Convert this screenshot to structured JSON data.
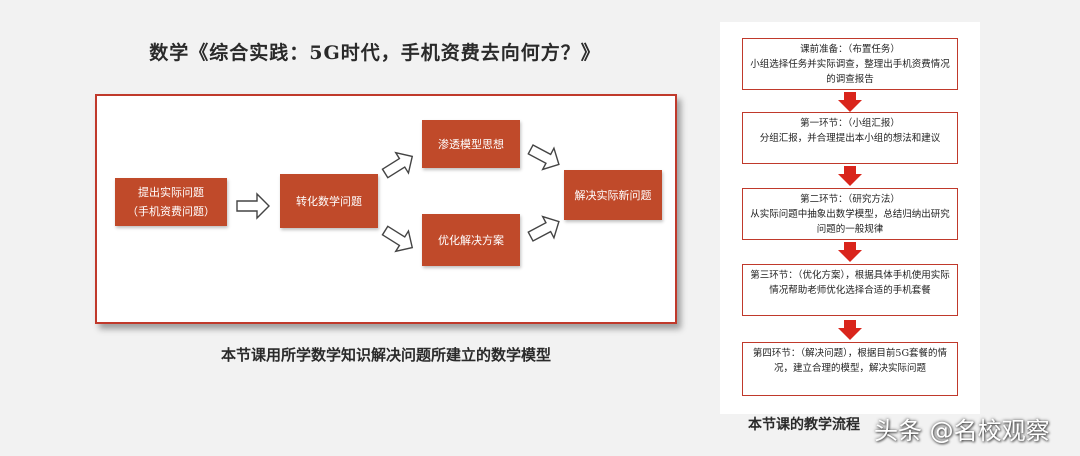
{
  "left": {
    "title": "数学《综合实践：5G时代，手机资费去向何方？》",
    "nodes": {
      "n1_line1": "提出实际问题",
      "n1_line2": "（手机资费问题）",
      "n2": "转化数学问题",
      "n3": "渗透模型思想",
      "n4": "优化解决方案",
      "n5": "解决实际新问题"
    },
    "caption": "本节课用所学数学知识解决问题所建立的数学模型"
  },
  "right": {
    "steps": [
      {
        "title": "课前准备：（布置任务）",
        "body": "小组选择任务并实际调查，整理出手机资费情况的调查报告"
      },
      {
        "title": "第一环节：（小组汇报）",
        "body": "分组汇报，并合理提出本小组的想法和建议"
      },
      {
        "title": "第二环节：（研究方法）",
        "body": "从实际问题中抽象出数学模型，总结归纳出研究问题的一般规律"
      },
      {
        "title": "",
        "body": "第三环节：（优化方案），根据具体手机使用实际情况帮助老师优化选择合适的手机套餐"
      },
      {
        "title": "",
        "body": "第四环节：（解决问题），根据目前5G套餐的情况，建立合理的模型，解决实际问题"
      }
    ],
    "caption": "本节课的教学流程"
  },
  "watermark": "头条 @名校观察",
  "colors": {
    "node_fill": "#c04a2a",
    "frame_border": "#c0392b",
    "arrow_red": "#d9251c"
  }
}
